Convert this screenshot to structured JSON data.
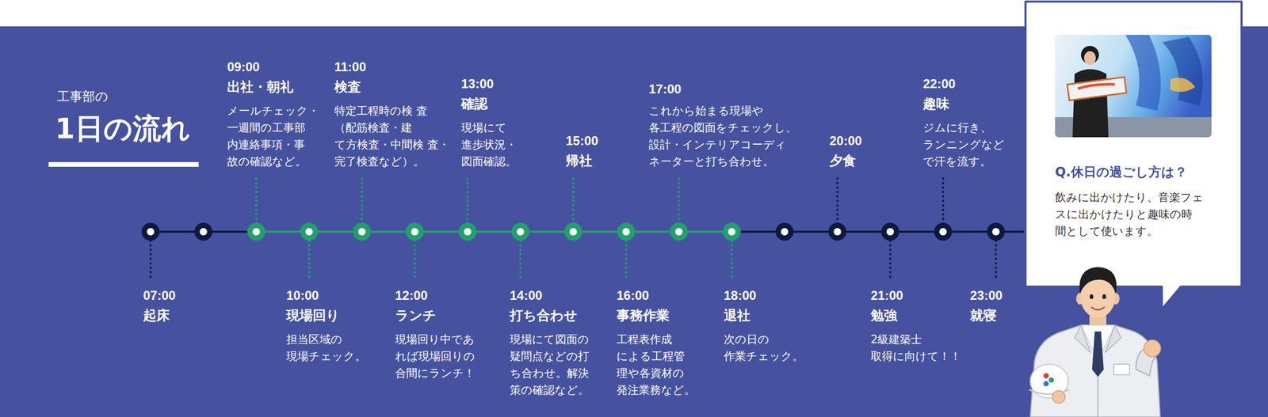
{
  "diagram": {
    "title": "1日の流れ",
    "nodes": [
      {
        "text": [
          "07:00",
          "起床"
        ]
      },
      {
        "text": [
          "09:00",
          "出社・朝礼",
          "メールチェック・ 一週間の工事部 内連絡事項・事 故の確認など。"
        ]
      },
      {
        "text": [
          "10:00",
          "現場回り",
          "担当区域の 現場チェック。"
        ]
      },
      {
        "text": [
          "11:00",
          "検査",
          "特定工程時の検 査（配筋検査・建 て方検査・中間検 査・完了検査など）。"
        ]
      },
      {
        "text": [
          "12:00",
          "ランチ",
          "現場回り中であ れば現場回りの 合間にランチ！"
        ]
      },
      {
        "text": [
          "13:00",
          "確認",
          "現場にて 進歩状況・ 図面確認。"
        ]
      },
      {
        "text": [
          "14:00",
          "打ち合わせ",
          "現場にて図面の 疑問点などの打 ち合わせ。解決 策の確認など。"
        ]
      },
      {
        "text": [
          "15:00",
          "帰社"
        ]
      },
      {
        "text": [
          "16:00",
          "事務作業",
          "工程表作成 による工程管 理や各資材の 発注業務など。"
        ]
      },
      {
        "text": [
          "17:00",
          "これから始まる現場や 各工程の図面をチェックし、 設計・インテリアコーディ ネーターと打ち合わせ。"
        ]
      },
      {
        "text": [
          "18:00",
          "退社",
          "次の日の 作業チェック。"
        ]
      },
      {
        "text": [
          "20:00",
          "夕食"
        ]
      },
      {
        "text": [
          "21:00",
          "勉強",
          "2級建築士 取得に向けて！！"
        ]
      },
      {
        "text": [
          "22:00",
          "趣味",
          "ジムに行き、 ランニングなど で汗を流す。"
        ]
      },
      {
        "text": [
          "23:00",
          "就寝"
        ]
      },
      {
        "text": [
          "Q.休日の過ごし方は？",
          "飲みに出かけたり、音楽フェ スに出かけたりと趣味の時 間として使います。"
        ]
      }
    ],
    "edges": [
      {
        "from": 0,
        "to": 1,
        "arrow": "none"
      },
      {
        "from": 1,
        "to": 2,
        "arrow": "none"
      },
      {
        "from": 2,
        "to": 3,
        "arrow": "none"
      },
      {
        "from": 3,
        "to": 4,
        "arrow": "none"
      },
      {
        "from": 4,
        "to": 5,
        "arrow": "none"
      },
      {
        "from": 5,
        "to": 6,
        "arrow": "none"
      },
      {
        "from": 6,
        "to": 7,
        "arrow": "none"
      },
      {
        "from": 7,
        "to": 8,
        "arrow": "none"
      },
      {
        "from": 8,
        "to": 9,
        "arrow": "none"
      },
      {
        "from": 9,
        "to": 10,
        "arrow": "none"
      },
      {
        "from": 10,
        "to": 11,
        "arrow": "none"
      },
      {
        "from": 11,
        "to": 12,
        "arrow": "none"
      },
      {
        "from": 12,
        "to": 13,
        "arrow": "none"
      },
      {
        "from": 13,
        "to": 14,
        "arrow": "none"
      }
    ],
    "labels": [
      "工事部の"
    ]
  }
}
